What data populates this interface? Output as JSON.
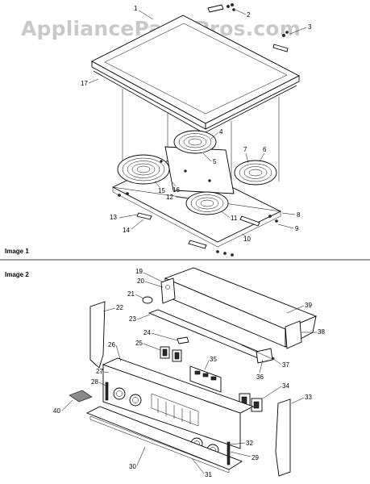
{
  "watermark": "AppliancePartsPros.com",
  "sections": [
    {
      "label": "Image 1"
    },
    {
      "label": "Image 2"
    }
  ],
  "callouts_image1": [
    "1",
    "2",
    "3",
    "4",
    "5",
    "6",
    "7",
    "8",
    "9",
    "10",
    "11",
    "12",
    "13",
    "14",
    "15",
    "16",
    "17"
  ],
  "callouts_image2": [
    "19",
    "20",
    "21",
    "22",
    "23",
    "24",
    "25",
    "26",
    "27",
    "28",
    "29",
    "30",
    "31",
    "32",
    "33",
    "34",
    "35",
    "36",
    "37",
    "38",
    "39",
    "40"
  ],
  "colors": {
    "line": "#000000",
    "watermark": "#c9c9c9",
    "background": "#ffffff"
  }
}
